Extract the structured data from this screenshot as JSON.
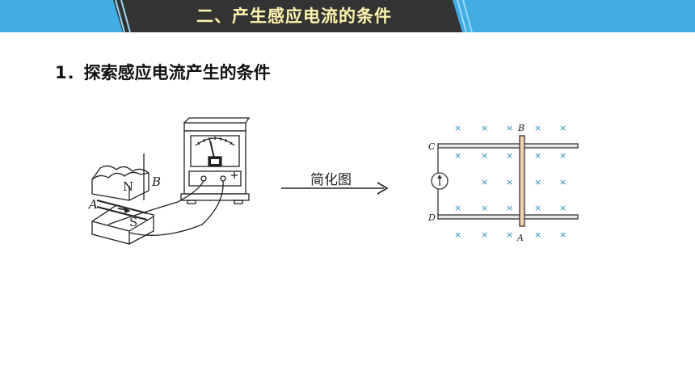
{
  "banner": {
    "title": "二、产生感应电流的条件"
  },
  "heading": {
    "number": "1．",
    "text": "探索感应电流产生的条件"
  },
  "arrow": {
    "label": "简化图"
  },
  "apparatus_labels": {
    "n": "N",
    "s": "S",
    "a": "A",
    "b": "B"
  },
  "diagram_labels": {
    "b": "B",
    "a": "A",
    "c": "C",
    "d": "D"
  },
  "field": {
    "symbol": "×"
  },
  "colors": {
    "bar": "#41ade4",
    "dark": "#333333",
    "title": "#fff6b0",
    "rod": "#f2d3b0",
    "field": "#2e8cb3"
  }
}
